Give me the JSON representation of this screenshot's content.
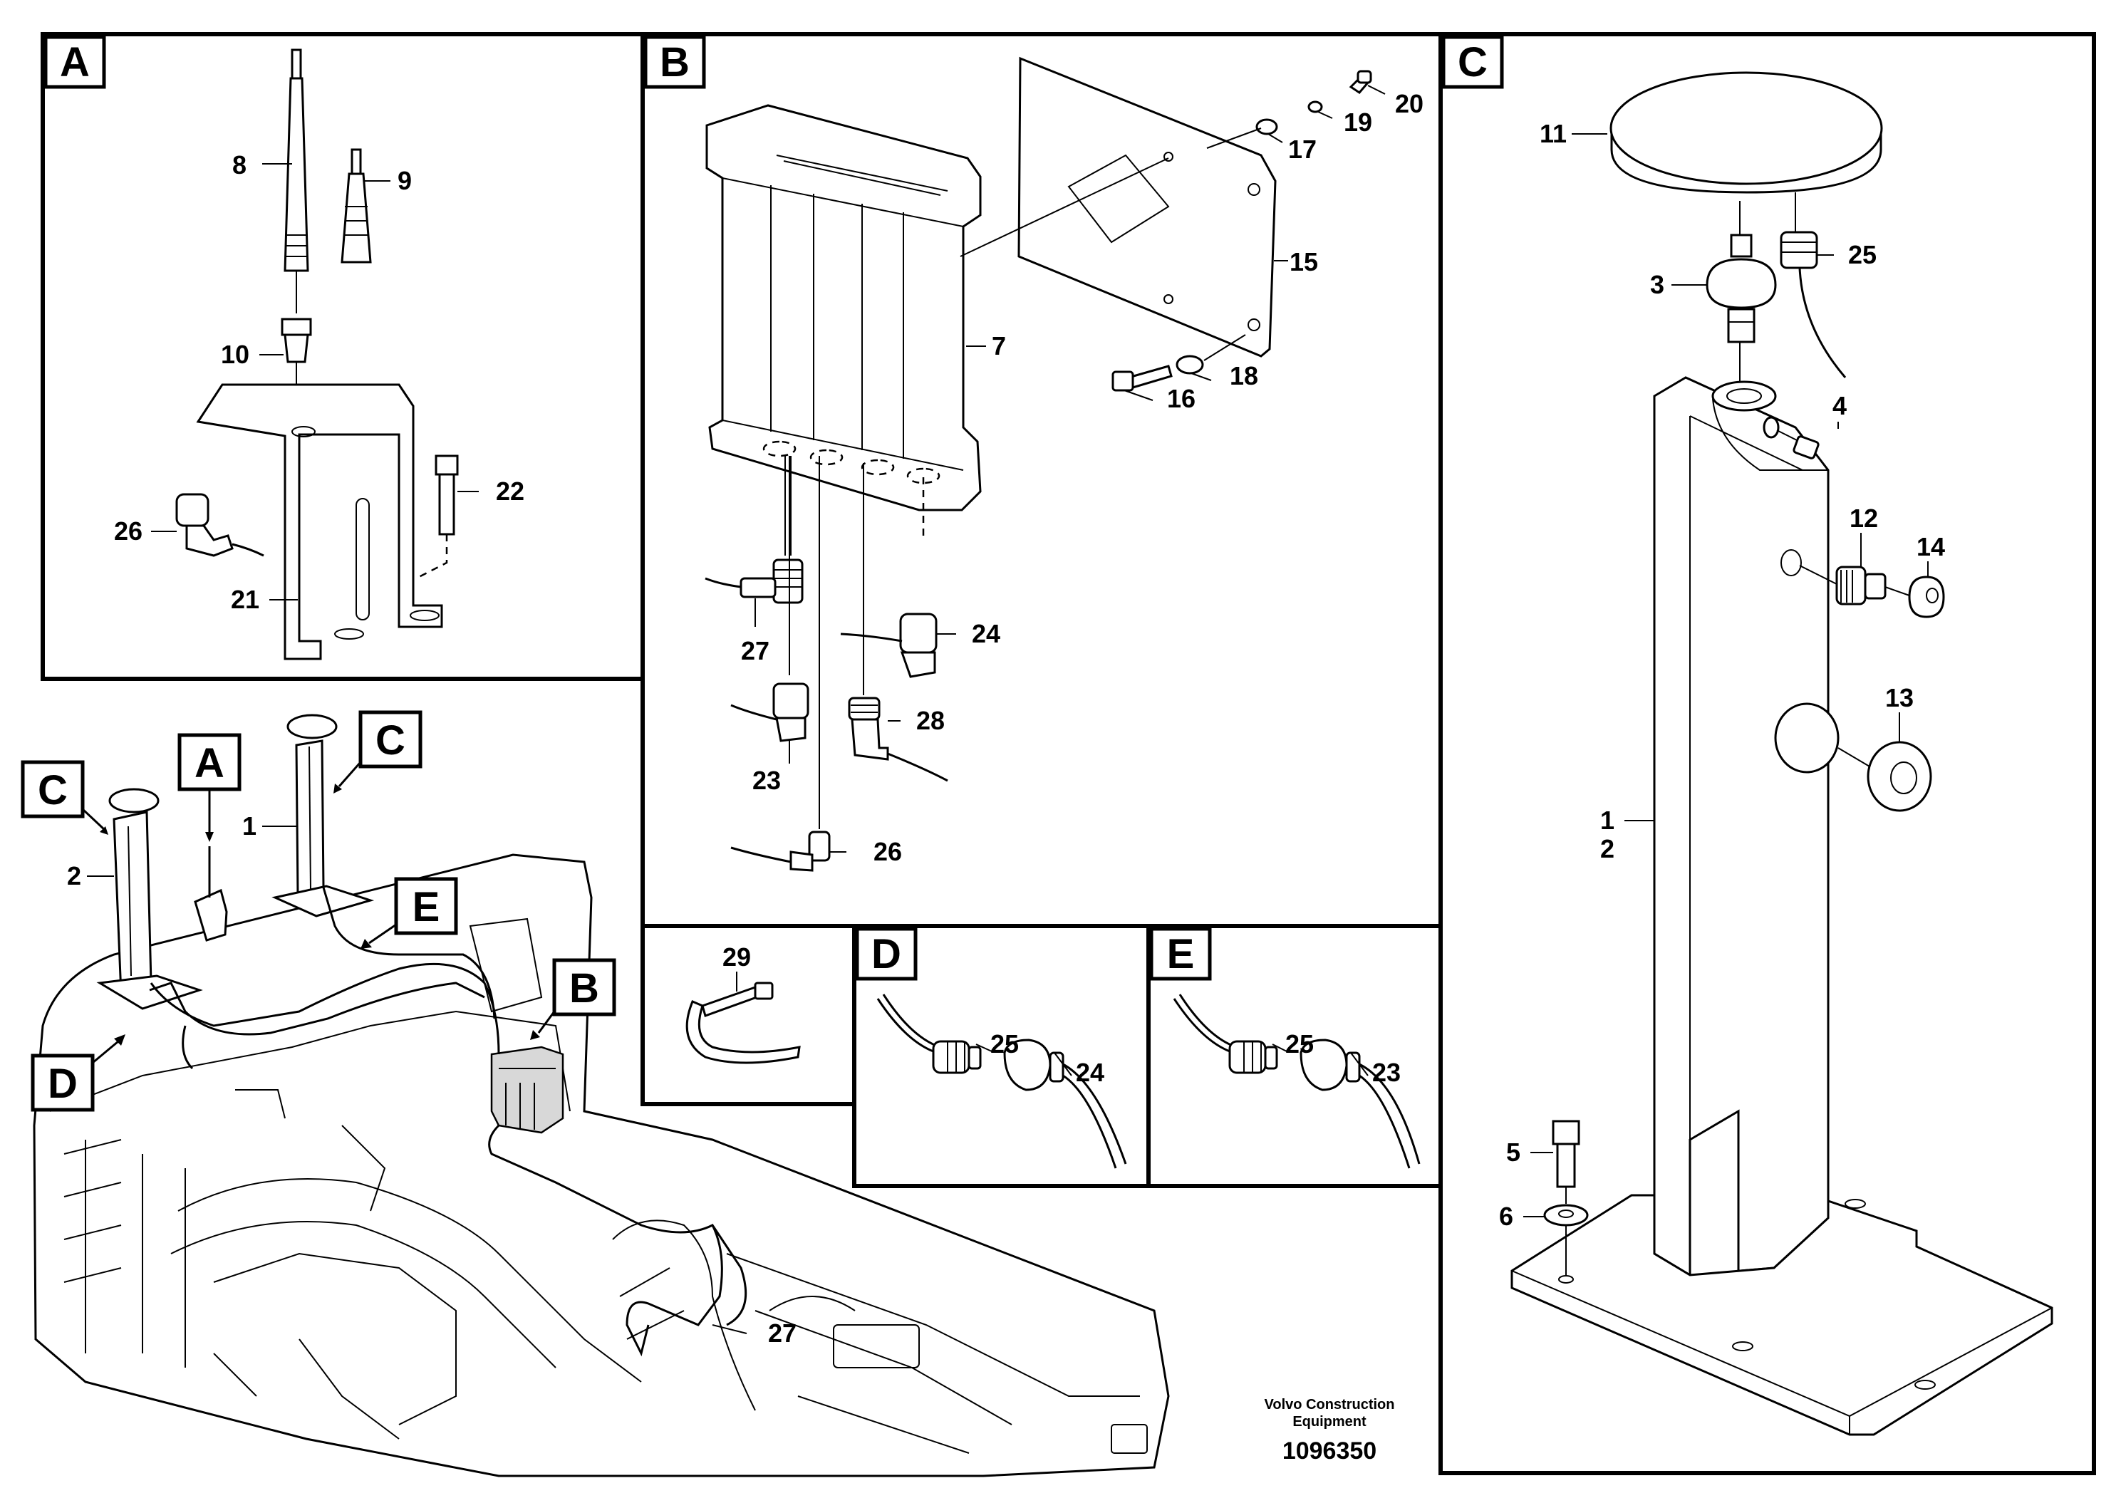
{
  "panels": {
    "a": {
      "letter": "A"
    },
    "b": {
      "letter": "B"
    },
    "c": {
      "letter": "C"
    },
    "d": {
      "letter": "D"
    },
    "e": {
      "letter": "E"
    }
  },
  "callouts": {
    "a": {
      "l8": "8",
      "l9": "9",
      "l10": "10",
      "l22": "22",
      "l26": "26",
      "l21": "21"
    },
    "b": {
      "l7": "7",
      "l15": "15",
      "l16": "16",
      "l17": "17",
      "l18": "18",
      "l19": "19",
      "l20": "20",
      "l23": "23",
      "l24": "24",
      "l26": "26",
      "l27": "27",
      "l28": "28"
    },
    "c": {
      "l1": "1",
      "l2": "2",
      "l3": "3",
      "l4": "4",
      "l5": "5",
      "l6": "6",
      "l11": "11",
      "l12": "12",
      "l13": "13",
      "l14": "14",
      "l25": "25"
    },
    "d": {
      "l25": "25",
      "l24": "24"
    },
    "e": {
      "l25": "25",
      "l23": "23"
    },
    "tie": {
      "l29": "29"
    },
    "overview": {
      "c_left": "C",
      "c_right": "C",
      "a": "A",
      "b": "B",
      "d": "D",
      "e": "E",
      "l1": "1",
      "l2": "2",
      "l27": "27"
    }
  },
  "footer": {
    "company_line1": "Volvo Construction",
    "company_line2": "Equipment",
    "drawing_number": "1096350"
  }
}
